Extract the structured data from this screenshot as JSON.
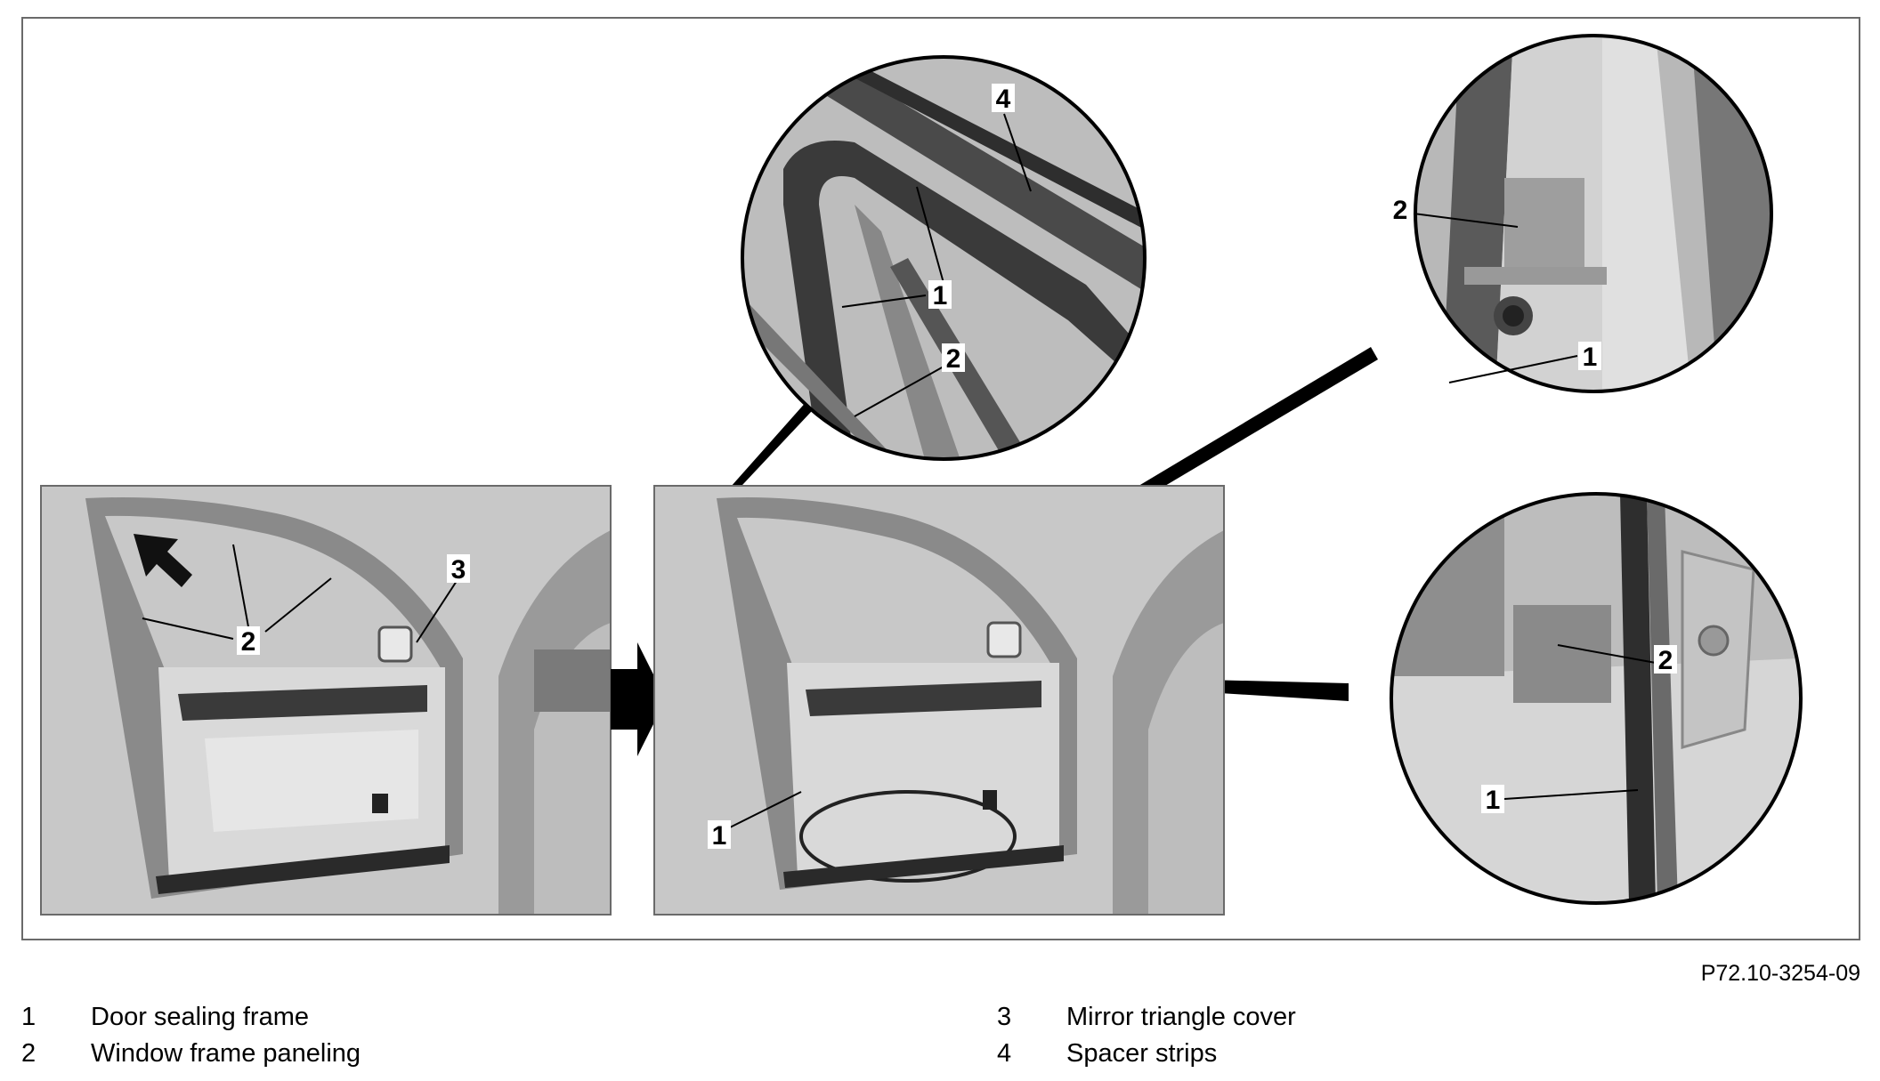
{
  "figure": {
    "reference": "P72.10-3254-09",
    "callouts": {
      "overview": {
        "two": "2",
        "three": "3"
      },
      "door_removed": {
        "one": "1"
      },
      "detail_top": {
        "four": "4",
        "one": "1",
        "two": "2"
      },
      "detail_upper_right": {
        "two": "2",
        "one": "1"
      },
      "detail_lower_right": {
        "two": "2",
        "one": "1"
      }
    }
  },
  "legend": [
    {
      "number": "1",
      "text": "Door sealing frame"
    },
    {
      "number": "2",
      "text": "Window frame paneling"
    },
    {
      "number": "3",
      "text": "Mirror triangle cover"
    },
    {
      "number": "4",
      "text": "Spacer strips"
    }
  ],
  "colors": {
    "photo_background": "#c8c8c8",
    "door_body": "#8a8a8a",
    "trim_dark": "#3a3a3a",
    "panel_light": "#d9d9d9",
    "leader_black": "#000000"
  }
}
